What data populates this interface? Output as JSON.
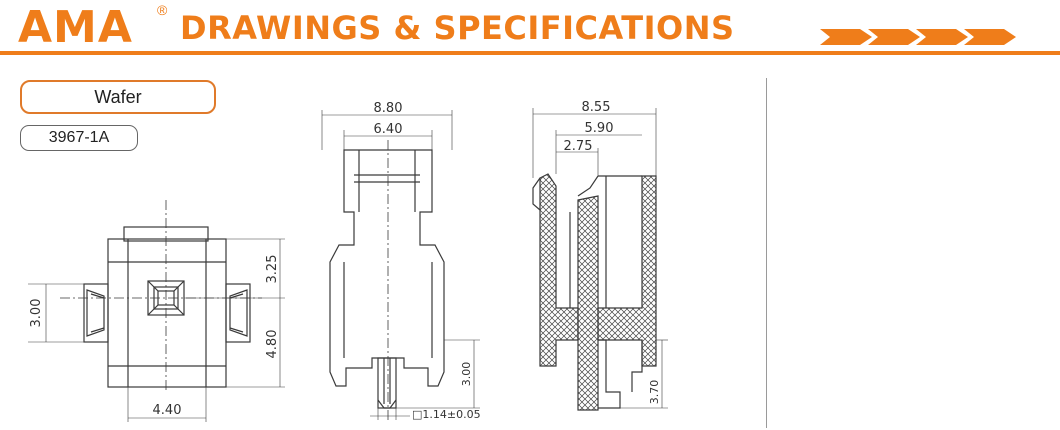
{
  "header": {
    "brand": "AMA",
    "registered_mark": "®",
    "title": "DRAWINGS & SPECIFICATIONS"
  },
  "part": {
    "name": "Wafer",
    "code": "3967-1A"
  },
  "front_view": {
    "dim_width": "4.40",
    "dim_upper_height": "3.25",
    "dim_lower_height": "4.80",
    "dim_slot_height": "3.00"
  },
  "side_view": {
    "dim_overall_width": "8.80",
    "dim_inner_width": "6.40",
    "dim_pin_length": "3.00",
    "dim_pin_square": "□1.14±0.05"
  },
  "section_view": {
    "dim_overall_width": "8.55",
    "dim_mid_width": "5.90",
    "dim_small_width": "2.75",
    "dim_pin_length": "3.70"
  },
  "colors": {
    "brand_orange": "#ef7d1a",
    "line": "#3a3a3a",
    "hatch": "#444444"
  }
}
